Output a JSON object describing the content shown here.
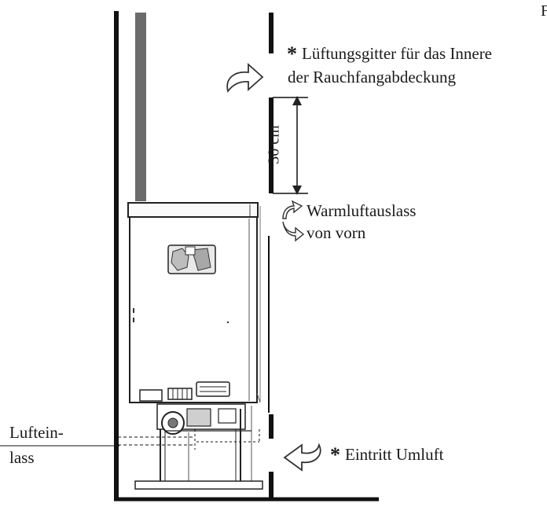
{
  "figure": {
    "corner_letter": "F",
    "labels": {
      "vent_grille": "Lüftungsgitter für das Innere",
      "vent_grille_line2": "der Rauchfangabdeckung",
      "distance": "30 cm",
      "warm_air_outlet": "Warmluftauslass",
      "warm_air_outlet_line2": "von vorn",
      "air_inlet": "Luftein-",
      "air_inlet_line2": "lass",
      "recirculation_inlet": "Eintritt Umluft"
    },
    "marker_symbol": "*"
  }
}
